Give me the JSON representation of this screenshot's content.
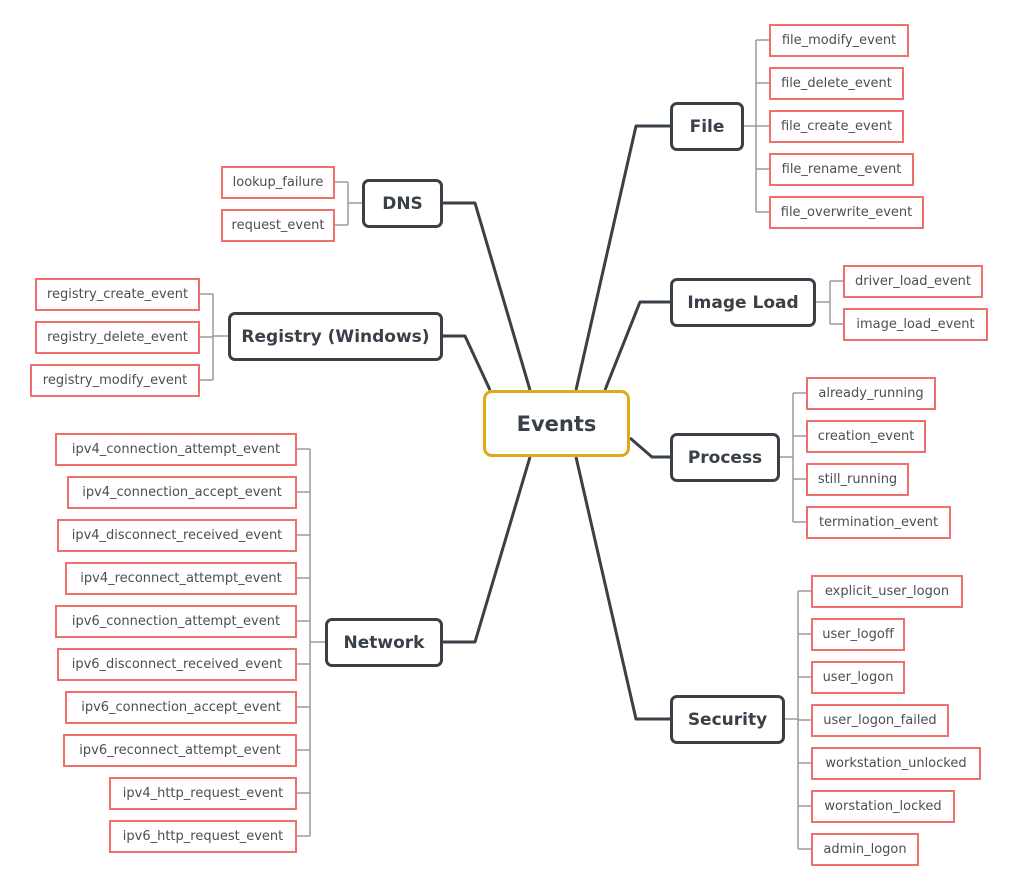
{
  "center": {
    "label": "Events"
  },
  "branches": {
    "file": {
      "label": "File",
      "items": [
        "file_modify_event",
        "file_delete_event",
        "file_create_event",
        "file_rename_event",
        "file_overwrite_event"
      ]
    },
    "dns": {
      "label": "DNS",
      "items": [
        "lookup_failure",
        "request_event"
      ]
    },
    "image_load": {
      "label": "Image Load",
      "items": [
        "driver_load_event",
        "image_load_event"
      ]
    },
    "registry": {
      "label": "Registry (Windows)",
      "items": [
        "registry_create_event",
        "registry_delete_event",
        "registry_modify_event"
      ]
    },
    "process": {
      "label": "Process",
      "items": [
        "already_running",
        "creation_event",
        "still_running",
        "termination_event"
      ]
    },
    "network": {
      "label": "Network",
      "items": [
        "ipv4_connection_attempt_event",
        "ipv4_connection_accept_event",
        "ipv4_disconnect_received_event",
        "ipv4_reconnect_attempt_event",
        "ipv6_connection_attempt_event",
        "ipv6_disconnect_received_event",
        "ipv6_connection_accept_event",
        "ipv6_reconnect_attempt_event",
        "ipv4_http_request_event",
        "ipv6_http_request_event"
      ]
    },
    "security": {
      "label": "Security",
      "items": [
        "explicit_user_logon",
        "user_logoff",
        "user_logon",
        "user_logon_failed",
        "workstation_unlocked",
        "worstation_locked",
        "admin_logon"
      ]
    }
  },
  "colors": {
    "center_border": "#e0a81a",
    "branch_border": "#3a4048",
    "leaf_border": "#ef6f6c",
    "text": "#3a4048",
    "connector": "#9a9a9a"
  }
}
